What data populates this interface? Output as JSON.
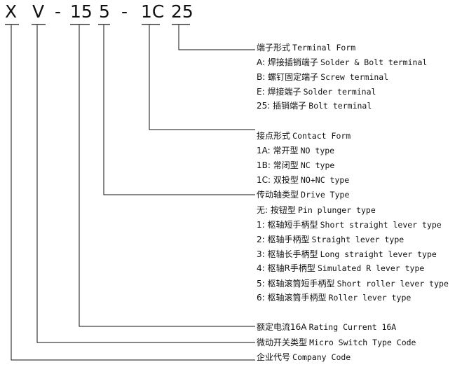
{
  "code_parts": [
    "X",
    "V",
    "-",
    "15",
    "5",
    "-",
    "1C",
    "25"
  ],
  "sections": {
    "terminal": {
      "header": {
        "cn": "端子形式",
        "en": "Terminal Form"
      },
      "items": [
        {
          "cn": "A: 焊接插销端子",
          "en": "Solder & Bolt terminal"
        },
        {
          "cn": "B: 螺钉固定端子",
          "en": "Screw terminal"
        },
        {
          "cn": "E: 焊接端子",
          "en": "Solder terminal"
        },
        {
          "cn": "25: 插销端子",
          "en": "Bolt terminal"
        }
      ]
    },
    "contact": {
      "header": {
        "cn": "接点形式",
        "en": "Contact Form"
      },
      "items": [
        {
          "cn": "1A: 常开型",
          "en": "NO type"
        },
        {
          "cn": "1B: 常闭型",
          "en": "NC type"
        },
        {
          "cn": "1C: 双投型",
          "en": "NO+NC type"
        }
      ]
    },
    "drive": {
      "header": {
        "cn": "传动轴类型",
        "en": "Drive Type"
      },
      "items": [
        {
          "cn": "无: 按钮型",
          "en": "Pin plunger type"
        },
        {
          "cn": "1: 枢轴短手柄型",
          "en": "Short straight lever type"
        },
        {
          "cn": "2: 枢轴手柄型",
          "en": "Straight lever type"
        },
        {
          "cn": "3: 枢轴长手柄型",
          "en": "Long straight lever type"
        },
        {
          "cn": "4: 枢轴R手柄型",
          "en": "Simulated R lever type"
        },
        {
          "cn": "5: 枢轴滚筒短手柄型",
          "en": "Short roller lever type"
        },
        {
          "cn": "6: 枢轴滚筒手柄型",
          "en": "Roller lever type"
        }
      ]
    },
    "rating": {
      "header": {
        "cn": "额定电流16A",
        "en": "Rating Current 16A"
      }
    },
    "switch_type": {
      "header": {
        "cn": "微动开关类型",
        "en": "Micro Switch Type Code"
      }
    },
    "company": {
      "header": {
        "cn": "企业代号",
        "en": "Company Code"
      }
    }
  },
  "colors": {
    "line": "#111111",
    "text": "#111111",
    "background": "#ffffff"
  }
}
